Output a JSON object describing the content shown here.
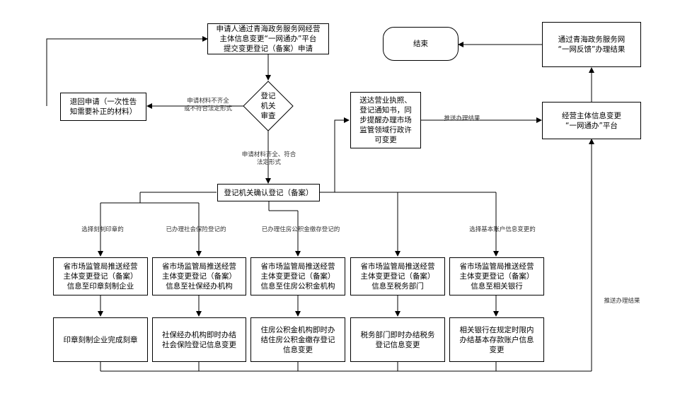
{
  "nodes": {
    "apply": "申请人通过青海政务服务网经营\n主体信息变更“一网通办”平台\n提交变更登记（备案）申请",
    "review": "登记\n机关\n审查",
    "return": "退回申请（一次性告\n知需要补正的材料）",
    "confirm": "登记机关确认登记（备案）",
    "send_license": "送达营业执照、\n登记通知书，同\n步提醒办理市场\n监管领域行政许\n可变更",
    "platform": "经营主体信息变更\n“一网通办”平台",
    "feedback": "通过青海政务服务网\n“一网反馈”办理结果",
    "end": "结束",
    "push_seal": "省市场监管局推送经营\n主体变更登记（备案）\n信息至印章刻制企业",
    "push_social": "省市场监管局推送经营\n主体变更登记（备案）\n信息至社保经办机构",
    "push_fund": "省市场监管局推送经营\n主体变更登记（备案）\n信息至住房公积金机构",
    "push_tax": "省市场监管局推送经营\n主体变更登记（备案）\n信息至税务部门",
    "push_bank": "省市场监管局推送经营\n主体变更登记（备案）\n信息至相关银行",
    "done_seal": "印章刻制企业完成刻章",
    "done_social": "社保经办机构即时办结\n社会保险登记信息变更",
    "done_fund": "住房公积金机构即时办\n结住房公积金缴存登记\n信息变更",
    "done_tax": "税务部门即时办结税务\n登记信息变更",
    "done_bank": "相关银行在规定时限内\n办结基本存款账户信息\n变更"
  },
  "labels": {
    "incomplete": "申请材料不齐全\n或不符合法定形式",
    "complete": "申请材料齐全、符合\n法定形式",
    "push_result_1": "推送办理结果",
    "push_result_2": "推送办理结果",
    "seal": "选择刻制印章的",
    "social": "已办理社会保险登记的",
    "fund": "已办理住房公积金缴存登记的",
    "bank": "选择基本账户信息变更的"
  }
}
